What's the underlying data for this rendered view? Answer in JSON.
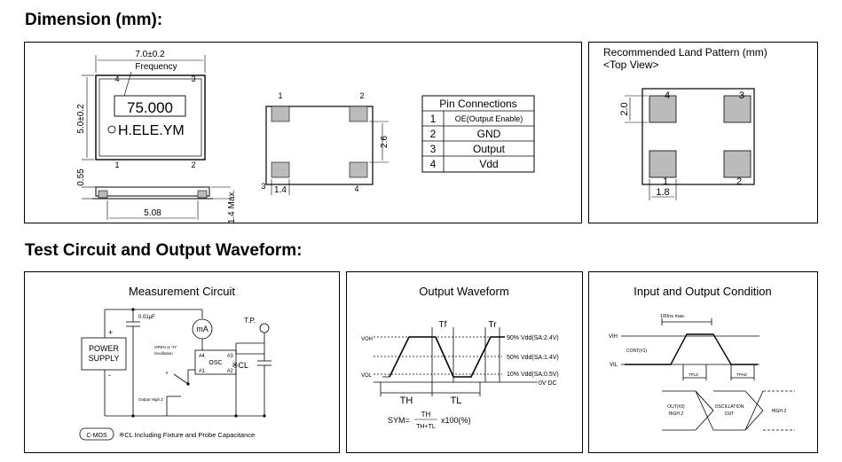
{
  "sections": {
    "dimension_title": "Dimension (mm):",
    "test_title": "Test Circuit and Output Waveform:"
  },
  "dimension": {
    "width_dim": "7.0±0.2",
    "frequency_label": "Frequency",
    "freq_value": "75.000",
    "brand": "H.ELE.YM",
    "height_dim": "5.0±0.2",
    "pin_top_left": "4",
    "pin_top_right": "3",
    "pin_bottom_left": "1",
    "pin_bottom_right": "2",
    "dim_055": "0.55",
    "dim_508": "5.08",
    "dim_14max": "1.4 Max.",
    "bottom_pin1": "1",
    "bottom_pin2": "2",
    "bottom_pin3": "3",
    "bottom_pin4": "4",
    "dim_14": "1.4",
    "dim_26": "2.6"
  },
  "pin_table": {
    "title": "Pin Connections",
    "rows": [
      {
        "num": "1",
        "name": "OE(Output Enable)"
      },
      {
        "num": "2",
        "name": "GND"
      },
      {
        "num": "3",
        "name": "Output"
      },
      {
        "num": "4",
        "name": "Vdd"
      }
    ]
  },
  "land_pattern": {
    "title": "Recommended Land Pattern (mm)",
    "subtitle": "<Top View>",
    "dim_20": "2.0",
    "dim_18": "1.8",
    "pin4": "4",
    "pin3": "3",
    "pin1": "1",
    "pin2": "2"
  },
  "measurement": {
    "title": "Measurement Circuit",
    "cap": "0.01μF",
    "meter": "mA",
    "tp": "T.P.",
    "power1": "POWER",
    "power2": "SUPPLY",
    "plus": "+",
    "minus": "-",
    "open_label1": "OPEN or \"H\"",
    "open_label2": "Oscillation",
    "output_high_z": "Output High Z",
    "osc": "OSC",
    "p4": "#4",
    "p3": "#3",
    "p1": "#1",
    "p2": "#2",
    "cl": "※CL",
    "badge": "C-MOS",
    "note": "※CL Including Fixture and Probe Capacitance"
  },
  "waveform": {
    "title": "Output Waveform",
    "voh": "VOH",
    "vol": "VOL",
    "tf": "Tf",
    "tr": "Tr",
    "l90": "90% Vdd(SA:2.4V)",
    "l50": "50% Vdd(SA:1.4V)",
    "l10": "10% Vdd(SA:0.5V)",
    "l0": "0V DC",
    "th": "TH",
    "tl": "TL",
    "sym_prefix": "SYM=",
    "sym_num": "TH",
    "sym_den": "TH+TL",
    "sym_suffix": "x100(%)"
  },
  "io_condition": {
    "title": "Input and Output Condition",
    "max_label": "100ns max.",
    "vih": "VIH",
    "vil": "VIL",
    "cont": "CONT(#1)",
    "tplz": "TPLZ",
    "tphz": "TPHZ",
    "out1": "OUT(#3)",
    "out2": "HIGH Z",
    "osc1": "OSCILLATION",
    "osc2": "OUT",
    "highz": "HIGH Z"
  }
}
